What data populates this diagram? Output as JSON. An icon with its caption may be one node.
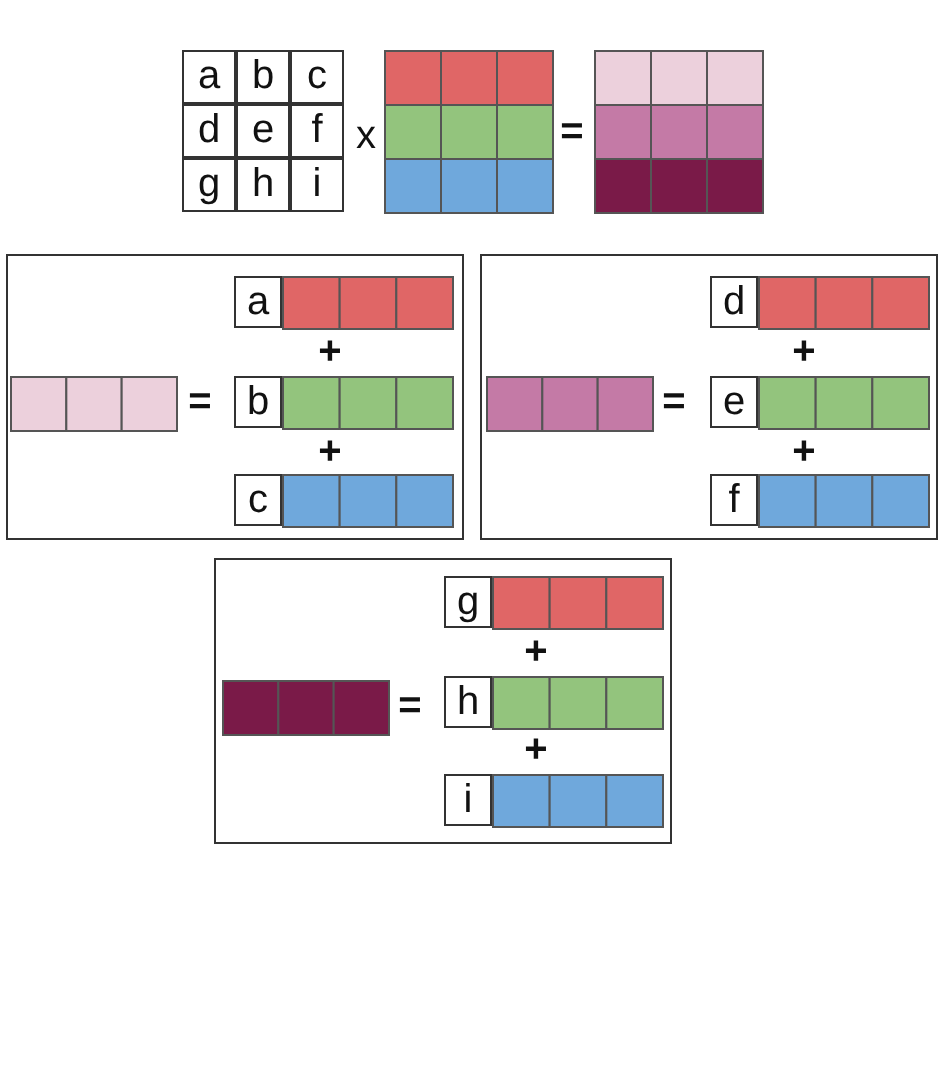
{
  "diagram": {
    "labels": [
      "a",
      "b",
      "c",
      "d",
      "e",
      "f",
      "x",
      "=",
      "g",
      "h",
      "i",
      "a",
      "+",
      "=",
      "b",
      "+",
      "c",
      "d",
      "+",
      "=",
      "e",
      "+",
      "f",
      "g",
      "+",
      "=",
      "h",
      "+",
      "i"
    ]
  }
}
